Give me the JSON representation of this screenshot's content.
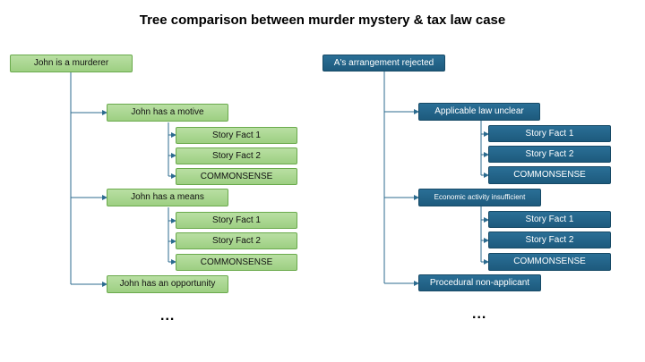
{
  "title": "Tree comparison between murder mystery & tax law case",
  "left_tree": {
    "root": "John is a murderer",
    "branch1": {
      "label": "John has a motive",
      "leaves": [
        "Story Fact 1",
        "Story Fact 2",
        "COMMONSENSE"
      ]
    },
    "branch2": {
      "label": "John has a means",
      "leaves": [
        "Story Fact 1",
        "Story Fact 2",
        "COMMONSENSE"
      ]
    },
    "branch3": {
      "label": "John has an opportunity"
    },
    "ellipsis": "..."
  },
  "right_tree": {
    "root": "A's arrangement rejected",
    "branch1": {
      "label": "Applicable law unclear",
      "leaves": [
        "Story Fact 1",
        "Story Fact 2",
        "COMMONSENSE"
      ]
    },
    "branch2": {
      "label": "Economic activity insufficient",
      "leaves": [
        "Story Fact 1",
        "Story Fact 2",
        "COMMONSENSE"
      ]
    },
    "branch3": {
      "label": "Procedural non-applicant"
    },
    "ellipsis": "..."
  },
  "colors": {
    "green_fill": "#a8d68e",
    "green_border": "#6aaa4c",
    "blue_fill": "#21658a",
    "line": "#2c6b8f"
  }
}
